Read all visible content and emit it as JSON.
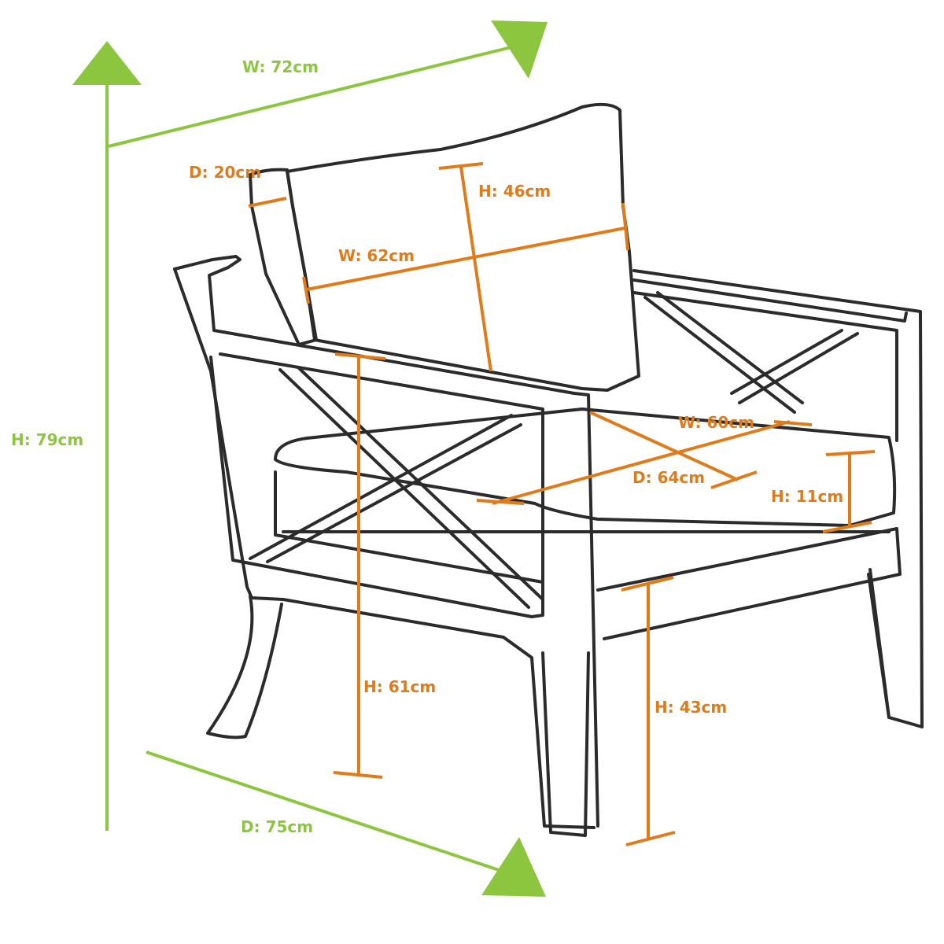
{
  "colors": {
    "overall_dimension": "#8cc63f",
    "component_dimension": "#e07b1a",
    "outline": "#2b2b2b"
  },
  "overall": {
    "width": "W: 72cm",
    "height": "H: 79cm",
    "depth": "D: 75cm"
  },
  "back_cushion": {
    "depth": "D: 20cm",
    "height": "H: 46cm",
    "width": "W: 62cm"
  },
  "seat_cushion": {
    "width": "W: 60cm",
    "depth": "D: 64cm",
    "height": "H: 11cm"
  },
  "frame": {
    "arm_height": "H: 61cm",
    "seat_height": "H: 43cm"
  }
}
